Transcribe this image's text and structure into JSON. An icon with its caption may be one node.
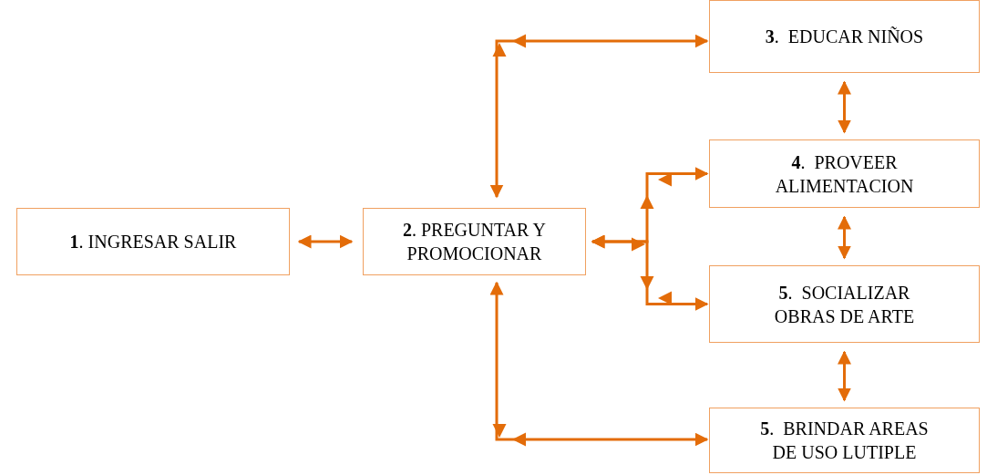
{
  "diagram": {
    "nodes": [
      {
        "text": [
          "**1**. INGRESAR SALIR"
        ]
      },
      {
        "text": [
          "**2**. PREGUNTAR Y PROMOCIONAR"
        ]
      },
      {
        "text": [
          "**3**.  EDUCAR NIÑOS"
        ]
      },
      {
        "text": [
          "**4**.  PROVEER ALIMENTACION"
        ]
      },
      {
        "text": [
          "**5**.  SOCIALIZAR OBRAS DE ARTE"
        ]
      },
      {
        "text": [
          "**5**.  BRINDAR AREAS DE USO LUTIPLE"
        ]
      }
    ],
    "edges": [
      {
        "from": 0,
        "to": 1,
        "arrow": "both"
      },
      {
        "from": 1,
        "to": 2,
        "arrow": "both"
      },
      {
        "from": 1,
        "to": 3,
        "arrow": "both"
      },
      {
        "from": 1,
        "to": 4,
        "arrow": "both"
      },
      {
        "from": 2,
        "to": 3,
        "arrow": "both"
      },
      {
        "from": 3,
        "to": 4,
        "arrow": "both"
      },
      {
        "from": 4,
        "to": 5,
        "arrow": "both"
      },
      {
        "from": 1,
        "to": 5,
        "arrow": "both"
      }
    ]
  }
}
